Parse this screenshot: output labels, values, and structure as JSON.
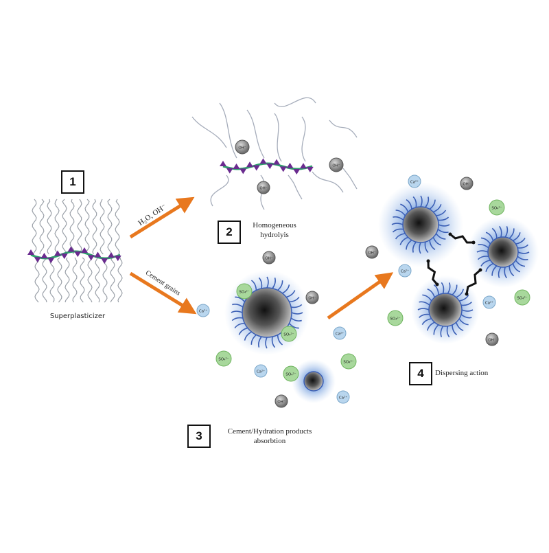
{
  "steps": [
    {
      "number": "1",
      "label": "Superplasticizer"
    },
    {
      "number": "2",
      "label_line1": "Homogeneous",
      "label_line2": "hydrolyis"
    },
    {
      "number": "3",
      "label_line1": "Cement/Hydration products",
      "label_line2": "absorbtion"
    },
    {
      "number": "4",
      "label": "Dispersing action"
    }
  ],
  "arrows": {
    "hydrolysis_label": "H₂O, OH⁻",
    "cement_label": "Cement grains"
  },
  "ions": {
    "hydroxide": "OH⁻",
    "calcium": "Ca²⁺",
    "sulfate": "SO₄²⁻"
  },
  "colors": {
    "arrow": "#e8781e",
    "backbone": "#2e9e6b",
    "sidechain_triangle": "#6a2b8f",
    "sidechain": "#9aa0a8",
    "adsorbed_chain": "#3b5fb5",
    "halo": "#8fb4e6",
    "ion_hydroxide": "#8a8a8a",
    "ion_calcium": "#b9d6ee",
    "ion_sulfate": "#a8d89c"
  }
}
